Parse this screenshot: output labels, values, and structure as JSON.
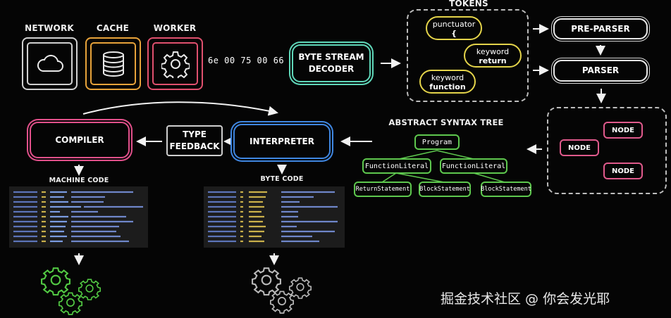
{
  "sources": {
    "network": "NETWORK",
    "cache": "CACHE",
    "worker": "WORKER"
  },
  "hex_bytes": "6e 00 75 00 66",
  "decoder": {
    "line1": "BYTE STREAM",
    "line2": "DECODER"
  },
  "tokens": {
    "title": "TOKENS",
    "items": [
      {
        "kind": "punctuator",
        "value": "{"
      },
      {
        "kind": "keyword",
        "value": "return"
      },
      {
        "kind": "keyword",
        "value": "function"
      }
    ]
  },
  "pre_parser": "PRE-PARSER",
  "parser": "PARSER",
  "nodes": [
    "NODE",
    "NODE",
    "NODE"
  ],
  "ast": {
    "title": "ABSTRACT SYNTAX TREE",
    "root": "Program",
    "level1": [
      "FunctionLiteral",
      "FunctionLiteral"
    ],
    "level2": [
      "ReturnStatement",
      "BlockStatement",
      "BlockStatement"
    ]
  },
  "interpreter": "INTERPRETER",
  "type_feedback": {
    "line1": "TYPE",
    "line2": "FEEDBACK"
  },
  "compiler": "COMPILER",
  "machine_code_label": "MACHINE CODE",
  "byte_code_label": "BYTE CODE",
  "watermark": "掘金技术社区 @ 你会发光耶",
  "colors": {
    "network": "#d0d0d0",
    "cache": "#e8a33a",
    "worker": "#e0506e",
    "decoder": "#5fd6b8",
    "tokens": "#e4d44a",
    "nodes": "#e05a8c",
    "ast": "#5ec84e",
    "interpreter": "#3f86e0",
    "compiler": "#e0508a"
  }
}
